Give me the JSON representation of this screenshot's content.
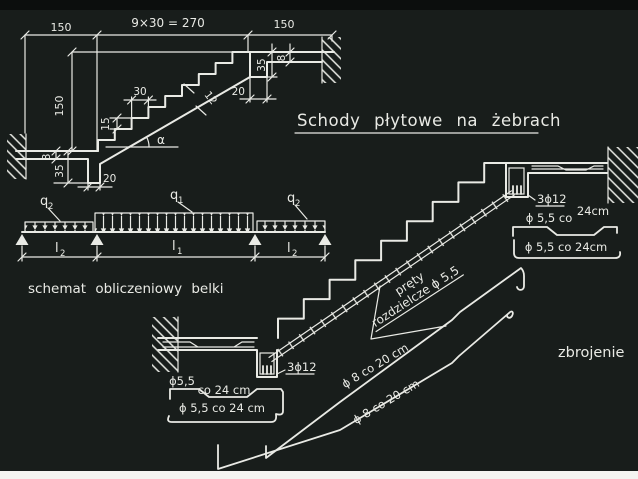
{
  "colors": {
    "background": "#181d1b",
    "line": "#e9eae5",
    "photo_border_top": "#0c0e0d",
    "photo_border_bottom": "#f4f4f1"
  },
  "title": {
    "text": "Schody płytowe na żebrach"
  },
  "stair_section": {
    "dim_landing_left": "150",
    "dim_flight": "9×30 = 270",
    "dim_landing_right": "150",
    "dim_height": "150",
    "dim_tread": "30",
    "dim_riser": "15",
    "dim_slab_thickness": "12",
    "angle_symbol": "α",
    "dim_rib_width_bottom": "20",
    "dim_rib_width_top": "20",
    "dim_slab_left": "8",
    "dim_rib_left": "35",
    "dim_rib_right": "35",
    "dim_slab_right": "8"
  },
  "beam_diagram": {
    "caption": "schemat obliczeniowy belki",
    "load_side": {
      "base": "q",
      "sub": "2"
    },
    "load_mid": {
      "base": "q",
      "sub": "1"
    },
    "span_side": {
      "base": "l",
      "sub": "2"
    },
    "span_mid": {
      "base": "l",
      "sub": "1"
    }
  },
  "reinforcement": {
    "caption": "zbrojenie",
    "rib_bars_label": "3ϕ12",
    "top_bar1_label_a": "ϕ 5,5 co",
    "top_bar1_label_b": "24cm",
    "top_bar2_label": "ϕ 5,5 co 24cm",
    "bottom_bar1_label_a": "ϕ5,5",
    "bottom_bar1_label_b": "co 24 cm",
    "bottom_bar2_label": "ϕ 5,5 co 24 cm",
    "distribution_label_line1": "pręty",
    "distribution_label_line2": "rozdzielcze ϕ 5,5",
    "main_bar_label": "ϕ 8 co 20 cm"
  }
}
